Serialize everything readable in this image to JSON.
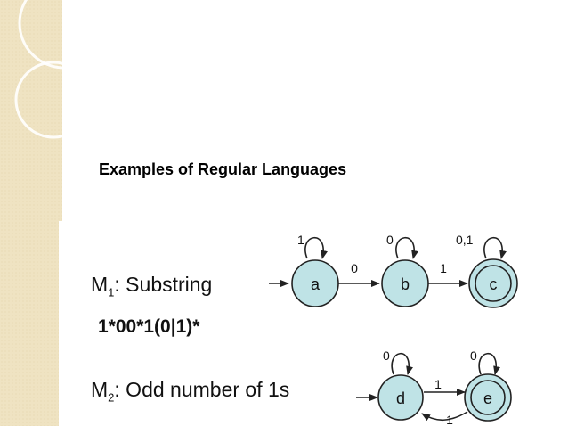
{
  "title": "Examples of Regular Languages",
  "m1": {
    "name": "M",
    "sub": "1",
    "desc": ":  Substring",
    "regex": "1*00*1(0|1)*"
  },
  "m2": {
    "name": "M",
    "sub": "2",
    "desc": ":  Odd number of 1s"
  },
  "states": {
    "a": "a",
    "b": "b",
    "c": "c",
    "d": "d",
    "e": "e"
  },
  "edges": {
    "a_loop": "1",
    "a_to_b": "0",
    "b_loop": "0",
    "b_to_c": "1",
    "c_loop": "0,1",
    "d_loop": "0",
    "d_to_e": "1",
    "e_loop": "0",
    "e_to_d": "1"
  },
  "colors": {
    "state_fill": "#bfe3e6",
    "stroke": "#222222",
    "sidebar": "#efe3c2"
  }
}
